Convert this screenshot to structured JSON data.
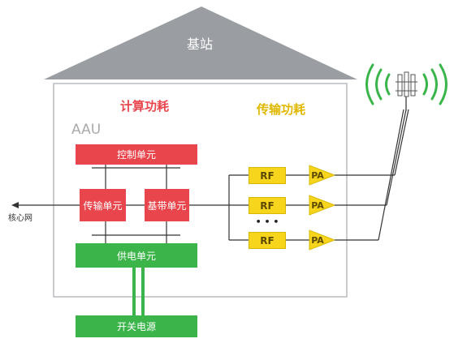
{
  "roof_label": "基站",
  "compute_power_label": "计算功耗",
  "transmit_power_label": "传输功耗",
  "aau_label": "AAU",
  "control_unit": "控制单元",
  "transmission_unit": "传输单元",
  "baseband_unit": "基带单元",
  "power_supply_unit": "供电单元",
  "switch_power_supply": "开关电源",
  "core_network": "核心网",
  "rf_label": "RF",
  "pa_label": "PA",
  "ellipsis": "• • •",
  "colors": {
    "roof": "#9a9ea2",
    "red_unit": "#e8454c",
    "green_unit": "#3bb54a",
    "rf_yellow": "#f7d51c",
    "compute_title": "#e8454c",
    "transmit_title": "#e0b800",
    "signal_wave": "#39b54a"
  }
}
